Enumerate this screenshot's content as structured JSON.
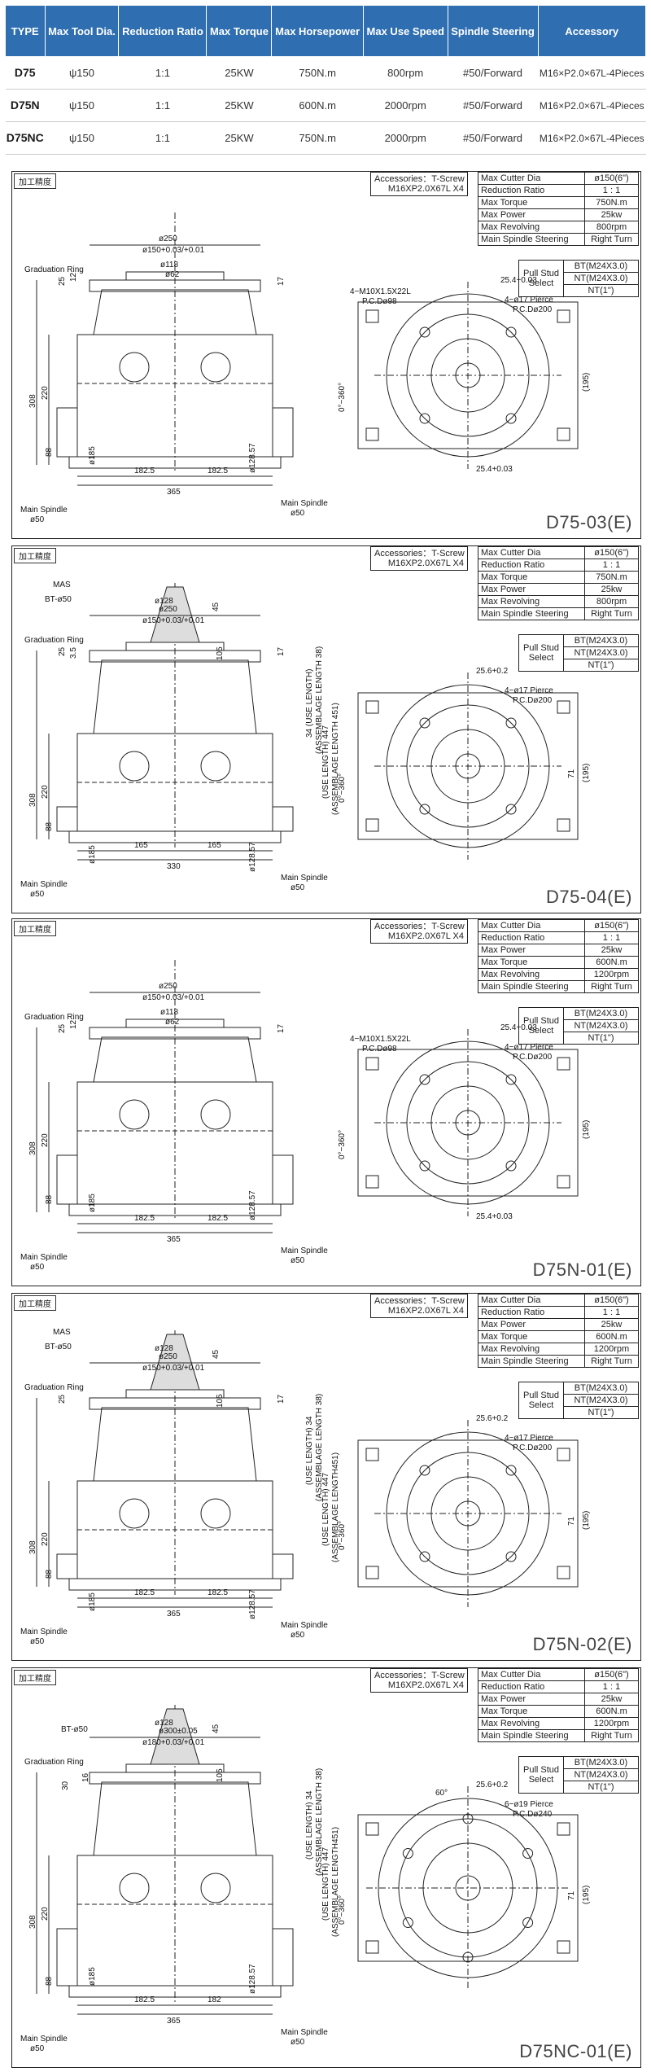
{
  "spec_table": {
    "headers": [
      "TYPE",
      "Max Tool Dia.",
      "Reduction Ratio",
      "Max Torque",
      "Max Horsepower",
      "Max Use Speed",
      "Spindle Steering",
      "Accessory"
    ],
    "rows": [
      {
        "type": "D75",
        "dia": "ψ150",
        "ratio": "1:1",
        "torque": "25KW",
        "horsepower": "750N.m",
        "speed": "800rpm",
        "steering": "#50/Forward",
        "accessory": "M16×P2.0×67L-4Pieces"
      },
      {
        "type": "D75N",
        "dia": "ψ150",
        "ratio": "1:1",
        "torque": "25KW",
        "horsepower": "600N.m",
        "speed": "2000rpm",
        "steering": "#50/Forward",
        "accessory": "M16×P2.0×67L-4Pieces"
      },
      {
        "type": "D75NC",
        "dia": "ψ150",
        "ratio": "1:1",
        "torque": "25KW",
        "horsepower": "750N.m",
        "speed": "2000rpm",
        "steering": "#50/Forward",
        "accessory": "M16×P2.0×67L-4Pieces"
      }
    ]
  },
  "common": {
    "tag": "加工精度",
    "acc_line1": "Accessories：T-Screw",
    "acc_line2": "M16XP2.0X67L X4",
    "pull_stud_label": "Pull Stud Select",
    "pull_studs": [
      "BT(M24X3.0)",
      "NT(M24X3.0)",
      "NT(1\")"
    ],
    "main_spindle": "Main Spindle",
    "phi50": "ø50",
    "rotation": "0°~360°",
    "graduation_ring": "Graduation Ring",
    "mas": "MAS",
    "bt50": "BT-ø50"
  },
  "drawings": [
    {
      "title": "D75-03(E)",
      "specs": [
        [
          "Max Cutter Dia",
          "ø150(6\")"
        ],
        [
          "Reduction Ratio",
          "1 : 1"
        ],
        [
          "Max Torque",
          "750N.m"
        ],
        [
          "Max Power",
          "25kw"
        ],
        [
          "Max Revolving",
          "800rpm"
        ],
        [
          "Main Spindle Steering",
          "Right Turn"
        ]
      ],
      "dims": {
        "width_total": "365",
        "half_l": "182.5",
        "half_r": "182.5",
        "height": "308",
        "h220": "220",
        "h88": "88",
        "d185": "ø185",
        "d12857": "ø128.57",
        "top_dia": "ø250",
        "d150": "ø150+0.03/+0.01",
        "d118": "ø118",
        "d62": "ø62",
        "h25": "25",
        "h12": "12",
        "h17": "17",
        "front_d195": "(195)",
        "front_254": "25.4+0.03",
        "front_254b": "25.4+0.03",
        "holes1": "4−M10X1.5X22L",
        "holes1b": "P.C.Dø98",
        "holes2": "4−ø17 Pierce",
        "holes2b": "P.C.Dø200"
      }
    },
    {
      "title": "D75-04(E)",
      "specs": [
        [
          "Max Cutter Dia",
          "ø150(6\")"
        ],
        [
          "Reduction Ratio",
          "1 : 1"
        ],
        [
          "Max Torque",
          "750N.m"
        ],
        [
          "Max Power",
          "25kw"
        ],
        [
          "Max Revolving",
          "800rpm"
        ],
        [
          "Main Spindle Steering",
          "Right Turn"
        ]
      ],
      "dims": {
        "width_total": "330",
        "half_l": "165",
        "half_r": "165",
        "height": "308",
        "h220": "220",
        "h88": "88",
        "d185": "ø185",
        "d12857": "ø128.57",
        "top_dia": "ø250",
        "d150": "ø150+0.03/+0.01",
        "d128": "ø128",
        "h45": "45",
        "h105": "105",
        "h25": "25",
        "h35": "3.5",
        "h17": "17",
        "use34": "34 (USE LENGTH)",
        "assem38": "(ASSEMBLAGE LENGTH 38)",
        "use447": "(USE LENGTH) 447",
        "assem451": "(ASSEMBLAGE LENGTH 451)",
        "front_256": "25.6+0.2",
        "front_71": "71",
        "front_d195": "(195)",
        "holes2": "4−ø17 Pierce",
        "holes2b": "P.C.Dø200"
      }
    },
    {
      "title": "D75N-01(E)",
      "specs": [
        [
          "Max Cutter Dia",
          "ø150(6\")"
        ],
        [
          "Reduction Ratio",
          "1 : 1"
        ],
        [
          "Max Power",
          "25kw"
        ],
        [
          "Max Torque",
          "600N.m"
        ],
        [
          "Max Revolving",
          "1200rpm"
        ],
        [
          "Main Spindle Steering",
          "Right Turn"
        ]
      ],
      "dims": {
        "width_total": "365",
        "half_l": "182.5",
        "half_r": "182.5",
        "height": "308",
        "h220": "220",
        "h88": "88",
        "d185": "ø185",
        "d12857": "ø128.57",
        "top_dia": "ø250",
        "d150": "ø150+0.03/+0.01",
        "d118": "ø118",
        "d62": "ø62",
        "h25": "25",
        "h12": "12",
        "h17": "17",
        "front_d195": "(195)",
        "front_254": "25.4+0.03",
        "front_254b": "25.4+0.03",
        "holes1": "4−M10X1.5X22L",
        "holes1b": "P.C.Dø98",
        "holes2": "4−ø17 Pierce",
        "holes2b": "P.C.Dø200"
      }
    },
    {
      "title": "D75N-02(E)",
      "specs": [
        [
          "Max Cutter Dia",
          "ø150(6\")"
        ],
        [
          "Reduction Ratio",
          "1 : 1"
        ],
        [
          "Max Power",
          "25kw"
        ],
        [
          "Max Torque",
          "600N.m"
        ],
        [
          "Max Revolving",
          "1200rpm"
        ],
        [
          "Main Spindle Steering",
          "Right Turn"
        ]
      ],
      "dims": {
        "width_total": "365",
        "half_l": "182.5",
        "half_r": "182.5",
        "height": "308",
        "h220": "220",
        "h88": "88",
        "d185": "ø185",
        "d12857": "ø128.57",
        "top_dia": "ø250",
        "d150": "ø150+0.03/+0.01",
        "d128": "ø128",
        "h45": "45",
        "h105": "105",
        "h25": "25",
        "h17": "17",
        "use34": "(USE LENGTH) 34",
        "assem38": "(ASSEMBLAGE LENGTH 38)",
        "use447": "(USE LENGTH) 447",
        "assem451": "(ASSEMBLAGE LENGTH451)",
        "front_256": "25.6+0.2",
        "front_71": "71",
        "front_d195": "(195)",
        "holes2": "4−ø17 Pierce",
        "holes2b": "P.C.Dø200"
      }
    },
    {
      "title": "D75NC-01(E)",
      "specs": [
        [
          "Max Cutter Dia",
          "ø150(6\")"
        ],
        [
          "Reduction Ratio",
          "1 : 1"
        ],
        [
          "Max Power",
          "25kw"
        ],
        [
          "Max Torque",
          "600N.m"
        ],
        [
          "Max Revolving",
          "1200rpm"
        ],
        [
          "Main Spindle Steering",
          "Right Turn"
        ]
      ],
      "dims": {
        "width_total": "365",
        "half_l": "182.5",
        "half_r": "182",
        "height": "308",
        "h220": "220",
        "h88": "88",
        "d185": "ø185",
        "d12857": "ø128.57",
        "top_dia": "ø300±0.05",
        "d150": "ø180+0.03/+0.01",
        "d128": "ø128",
        "h45": "45",
        "h105": "105",
        "h30": "30",
        "h16": "16",
        "use34": "(USE LENGTH) 34",
        "assem38": "(ASSEMBLAGE LENGTH 38)",
        "use447": "(USE LENGTH) 447",
        "assem451": "(ASSEMBLAGE LENGTH451)",
        "front_256": "25.6+0.2",
        "front_71": "71",
        "front_d195": "(195)",
        "angle": "60°",
        "holes2": "6−ø19 Pierce",
        "holes2b": "P.C.Dø240"
      }
    }
  ]
}
